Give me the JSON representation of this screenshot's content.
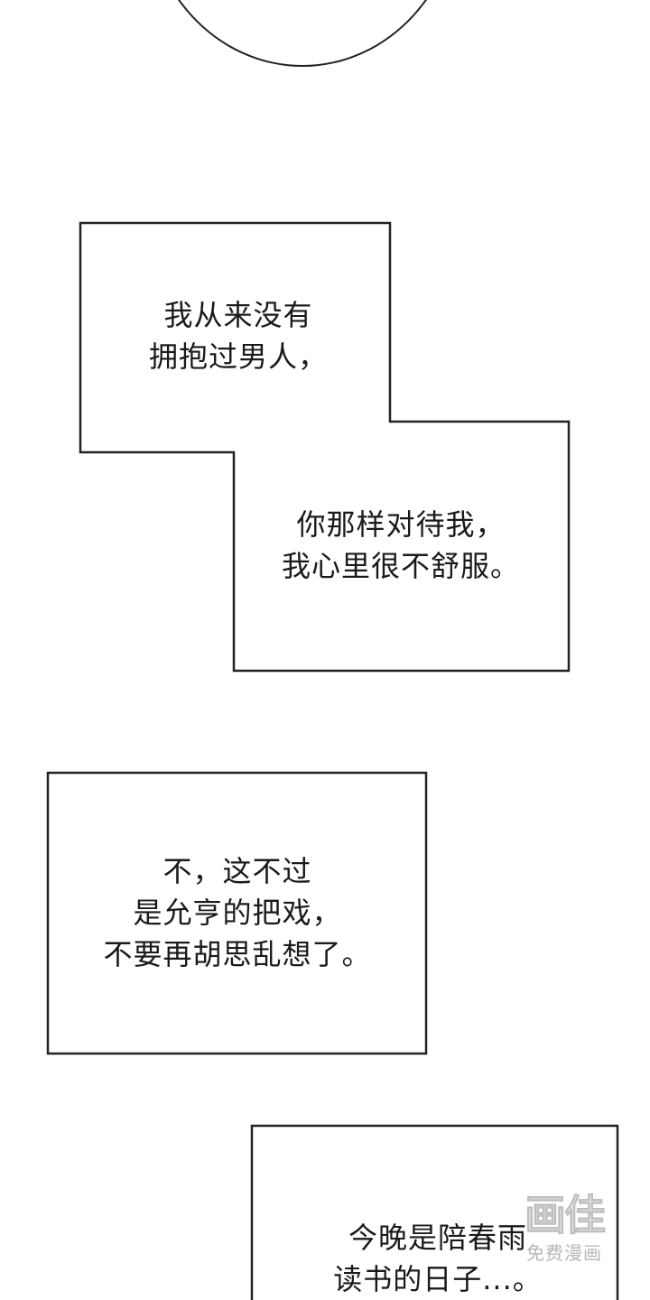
{
  "captions": {
    "panel_1": {
      "line_1": "我从来没有",
      "line_2": "拥抱过男人，"
    },
    "panel_2": {
      "line_1": "你那样对待我，",
      "line_2": "我心里很不舒服。"
    },
    "panel_3": {
      "line_1": "不，这不过",
      "line_2": "是允亨的把戏，",
      "line_3": "不要再胡思乱想了。"
    },
    "panel_4": {
      "line_1": "今晚是陪春雨",
      "line_2": "读书的日子...。"
    }
  },
  "watermark": {
    "logo": "画佳",
    "subtitle": "免费漫画"
  }
}
